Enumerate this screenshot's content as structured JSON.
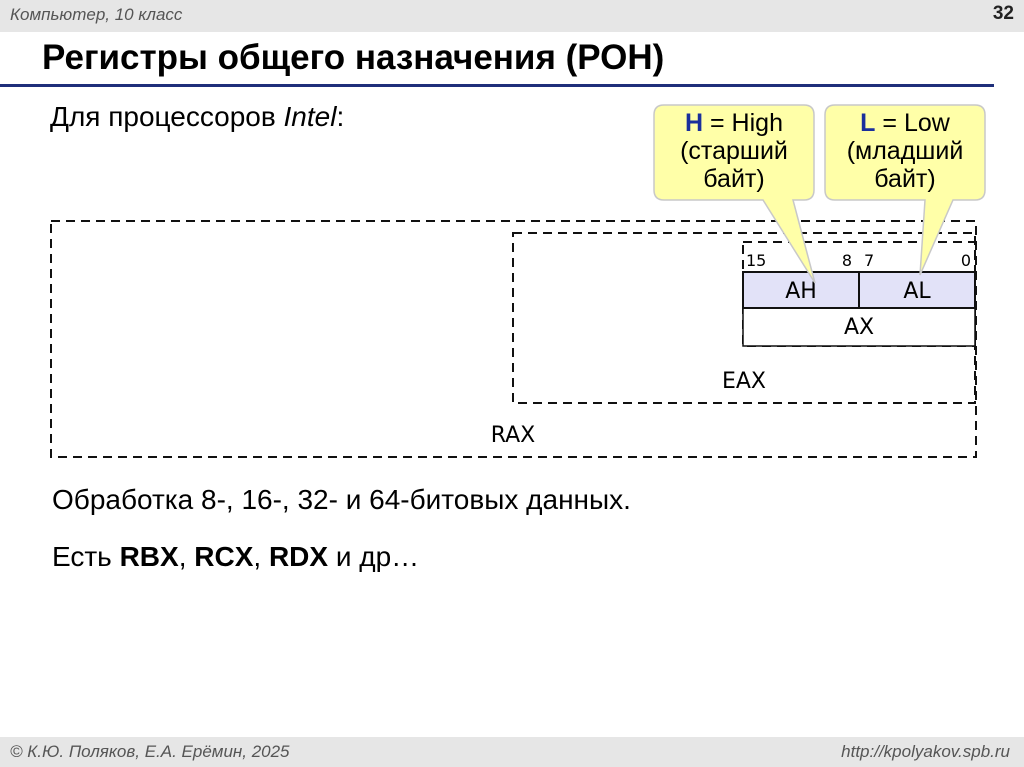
{
  "header": {
    "course": "Компьютер, 10 класс",
    "page_number": "32"
  },
  "slide": {
    "title": "Регистры общего назначения (РОН)",
    "intro_prefix": "Для процессоров ",
    "intro_italic": "Intel",
    "intro_suffix": ":"
  },
  "diagram": {
    "registers": {
      "rax": "RAX",
      "eax": "EAX",
      "ax": "AX",
      "ah": "AH",
      "al": "AL"
    },
    "bits": {
      "b15": "15",
      "b8": "8",
      "b7": "7",
      "b0": "0"
    },
    "callout_high": {
      "letter": "H",
      "text": " = High",
      "line2": "(старший",
      "line3": "байт)"
    },
    "callout_low": {
      "letter": "L",
      "text": " = Low",
      "line2": "(младший",
      "line3": "байт)"
    },
    "colors": {
      "callout_fill": "#ffffa8",
      "register_fill": "#e2e2f8",
      "accent": "#1a2f9c"
    }
  },
  "body": {
    "line1": "Обработка 8-, 16-, 32- и 64-битовых данных.",
    "line2_prefix": "Есть ",
    "rbx": "RBX",
    "sep1": ", ",
    "rcx": "RCX",
    "sep2": ", ",
    "rdx": "RDX",
    "line2_suffix": " и др…"
  },
  "footer": {
    "authors": "© К.Ю. Поляков, Е.А. Ерёмин, 2025",
    "url": "http://kpolyakov.spb.ru"
  }
}
